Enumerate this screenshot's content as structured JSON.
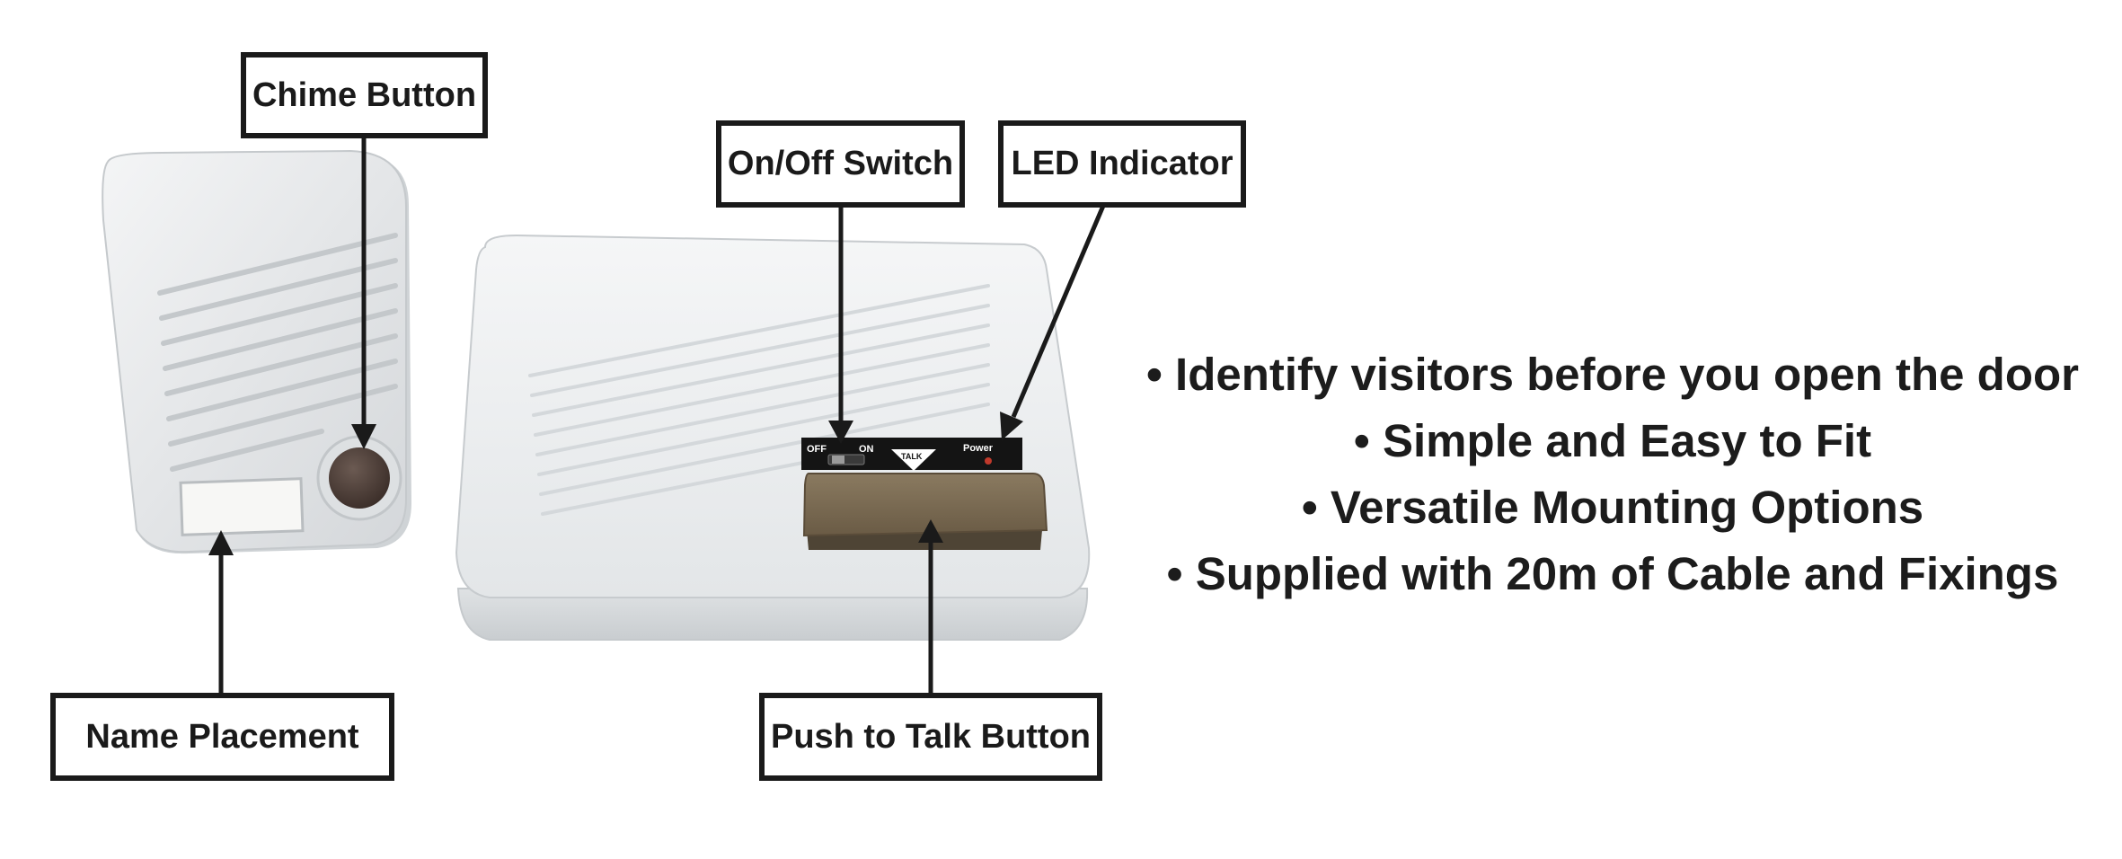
{
  "callouts": {
    "chime_button": "Chime Button",
    "on_off_switch": "On/Off Switch",
    "led_indicator": "LED Indicator",
    "name_placement": "Name Placement",
    "push_to_talk": "Push to Talk Button"
  },
  "panel_labels": {
    "off": "OFF",
    "on": "ON",
    "talk": "TALK",
    "power": "Power"
  },
  "features": [
    "Identify visitors before you open the door",
    "Simple and Easy to Fit",
    "Versatile Mounting Options",
    "Supplied with 20m of Cable and Fixings"
  ],
  "colors": {
    "device_body": "#e9ebec",
    "button_brown": "#4a3a33",
    "talk_button": "#7a6a52",
    "panel_black": "#141414",
    "led_red": "#c0392b",
    "outline": "#1a1a1a"
  }
}
